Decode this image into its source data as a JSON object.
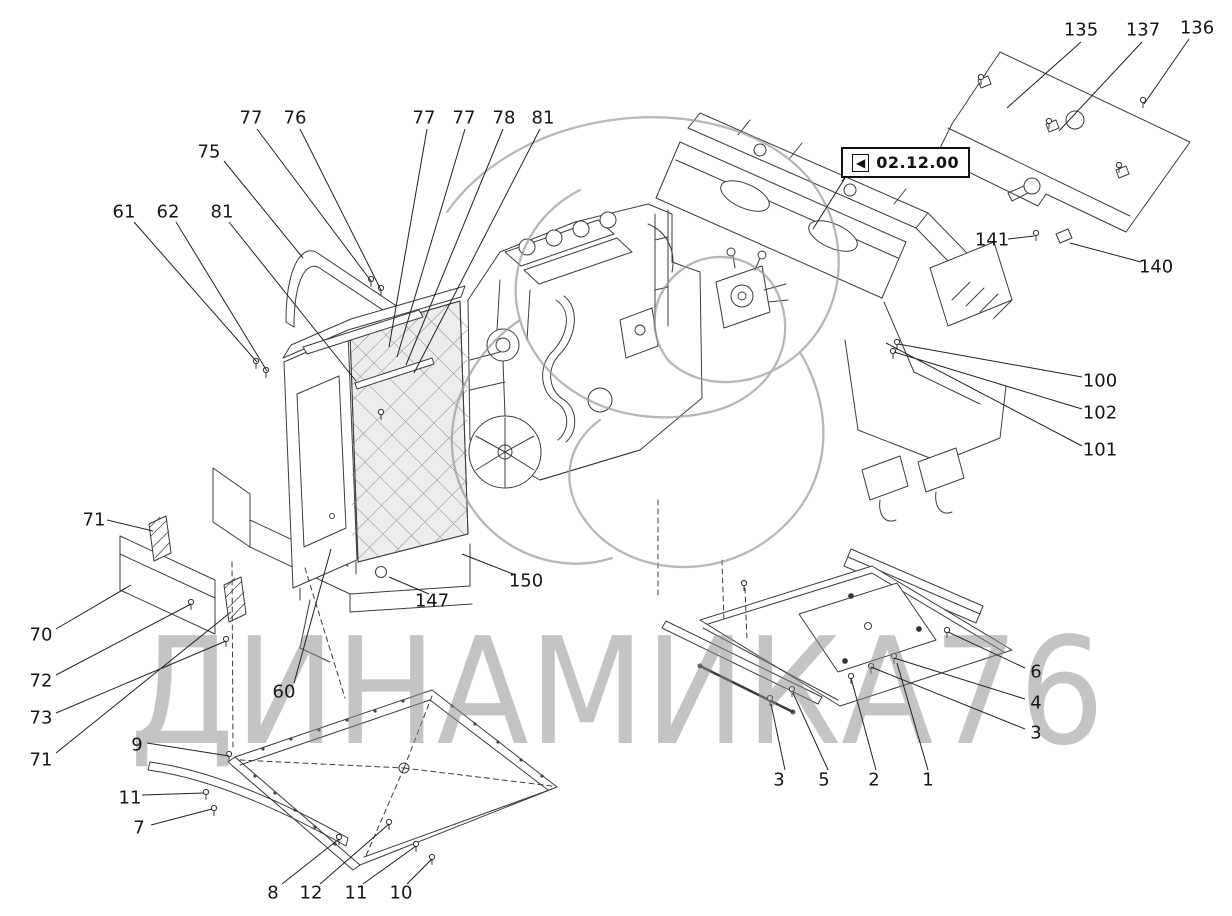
{
  "diagram": {
    "watermark_text": "ДИНАМИКА76",
    "reference": {
      "code": "02.12.00",
      "icon_glyph": "◀"
    },
    "callouts": [
      "75",
      "77",
      "76",
      "77",
      "77",
      "78",
      "81",
      "61",
      "62",
      "81",
      "135",
      "137",
      "136",
      "141",
      "140",
      "100",
      "102",
      "101",
      "71",
      "70",
      "72",
      "73",
      "71",
      "9",
      "11",
      "7",
      "60",
      "147",
      "150",
      "8",
      "12",
      "11",
      "10",
      "3",
      "5",
      "2",
      "1",
      "6",
      "4",
      "3"
    ]
  }
}
